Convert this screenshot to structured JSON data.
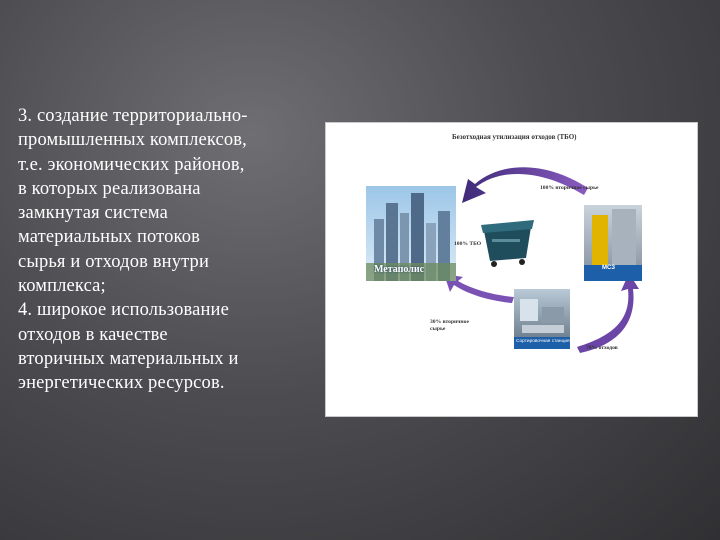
{
  "slide": {
    "lines": [
      "3. создание территориально-",
      "промышленных комплексов,",
      "т.е. экономических районов,",
      "в которых реализована",
      "замкнутая система",
      "материальных потоков",
      "сырья и отходов внутри",
      "комплекса;",
      "4. широкое использование",
      "отходов в качестве",
      "вторичных материальных и",
      "энергетических ресурсов."
    ]
  },
  "figure": {
    "title": "Безотходная утилизация отходов (ТБО)",
    "labels": {
      "top_flow": "100% вторичное сырье",
      "bin": "100% ТБО",
      "city": "Метаполис",
      "plant": "МСЗ",
      "sorting": "Сортировочная станция",
      "left_flow_line1": "30% вторичное",
      "left_flow_line2": "сырье",
      "bottom_flow": "70% отходов"
    },
    "colors": {
      "arrow": "#6a3fa0",
      "arrow_dark": "#3f2a78",
      "bin": "#1f4d5c"
    }
  }
}
